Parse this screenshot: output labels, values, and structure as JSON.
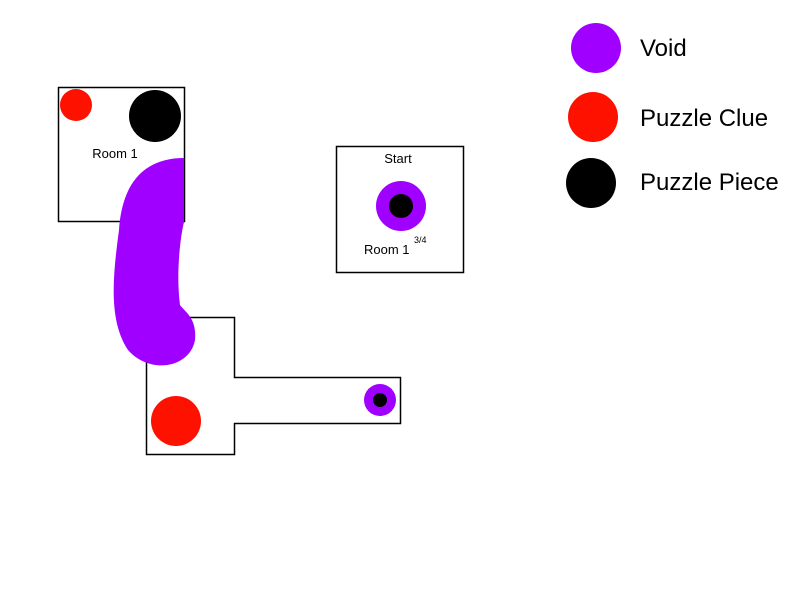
{
  "colors": {
    "void": "#a000ff",
    "puzzle_clue": "#ff1100",
    "puzzle_piece": "#000000",
    "room_outline": "#000000",
    "background": "#ffffff"
  },
  "legend": {
    "items": [
      {
        "label": "Void",
        "icon": "purple-circle-icon"
      },
      {
        "label": "Puzzle Clue",
        "icon": "red-circle-icon"
      },
      {
        "label": "Puzzle Piece",
        "icon": "black-circle-icon"
      }
    ]
  },
  "rooms": {
    "room1": {
      "label": "Room 1"
    },
    "start": {
      "title": "Start",
      "label": "Room 1",
      "superscript": "3/4"
    }
  }
}
